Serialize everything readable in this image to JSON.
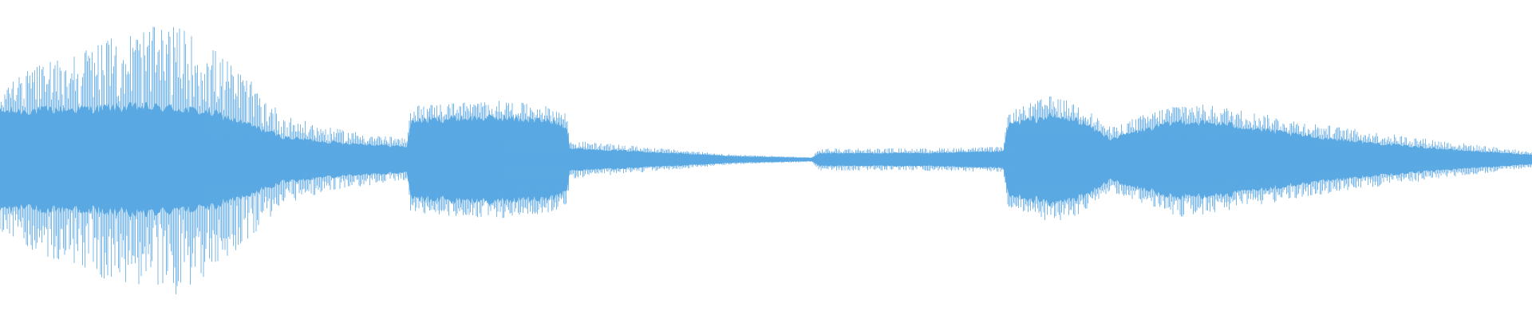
{
  "waveform": {
    "color": "#5aa9e3",
    "background": "#ffffff",
    "envelope": [
      {
        "t": 0.0,
        "peak": 0.46,
        "body": 0.3
      },
      {
        "t": 0.03,
        "peak": 0.62,
        "body": 0.31
      },
      {
        "t": 0.06,
        "peak": 0.72,
        "body": 0.32
      },
      {
        "t": 0.09,
        "peak": 0.82,
        "body": 0.33
      },
      {
        "t": 0.115,
        "peak": 0.85,
        "body": 0.32
      },
      {
        "t": 0.14,
        "peak": 0.7,
        "body": 0.29
      },
      {
        "t": 0.165,
        "peak": 0.48,
        "body": 0.21
      },
      {
        "t": 0.185,
        "peak": 0.28,
        "body": 0.14
      },
      {
        "t": 0.215,
        "peak": 0.2,
        "body": 0.11
      },
      {
        "t": 0.25,
        "peak": 0.15,
        "body": 0.09
      },
      {
        "t": 0.266,
        "peak": 0.13,
        "body": 0.08
      },
      {
        "t": 0.268,
        "peak": 0.34,
        "body": 0.24
      },
      {
        "t": 0.3,
        "peak": 0.36,
        "body": 0.26
      },
      {
        "t": 0.33,
        "peak": 0.37,
        "body": 0.26
      },
      {
        "t": 0.36,
        "peak": 0.33,
        "body": 0.24
      },
      {
        "t": 0.37,
        "peak": 0.29,
        "body": 0.21
      },
      {
        "t": 0.372,
        "peak": 0.12,
        "body": 0.07
      },
      {
        "t": 0.42,
        "peak": 0.08,
        "body": 0.05
      },
      {
        "t": 0.48,
        "peak": 0.03,
        "body": 0.02
      },
      {
        "t": 0.53,
        "peak": 0.015,
        "body": 0.01
      },
      {
        "t": 0.535,
        "peak": 0.07,
        "body": 0.04
      },
      {
        "t": 0.6,
        "peak": 0.07,
        "body": 0.04
      },
      {
        "t": 0.655,
        "peak": 0.08,
        "body": 0.05
      },
      {
        "t": 0.658,
        "peak": 0.3,
        "body": 0.22
      },
      {
        "t": 0.685,
        "peak": 0.4,
        "body": 0.27
      },
      {
        "t": 0.705,
        "peak": 0.35,
        "body": 0.24
      },
      {
        "t": 0.725,
        "peak": 0.2,
        "body": 0.13
      },
      {
        "t": 0.74,
        "peak": 0.26,
        "body": 0.17
      },
      {
        "t": 0.77,
        "peak": 0.36,
        "body": 0.24
      },
      {
        "t": 0.8,
        "peak": 0.33,
        "body": 0.22
      },
      {
        "t": 0.85,
        "peak": 0.24,
        "body": 0.15
      },
      {
        "t": 0.9,
        "peak": 0.17,
        "body": 0.1
      },
      {
        "t": 0.95,
        "peak": 0.11,
        "body": 0.06
      },
      {
        "t": 1.0,
        "peak": 0.05,
        "body": 0.03
      }
    ]
  }
}
